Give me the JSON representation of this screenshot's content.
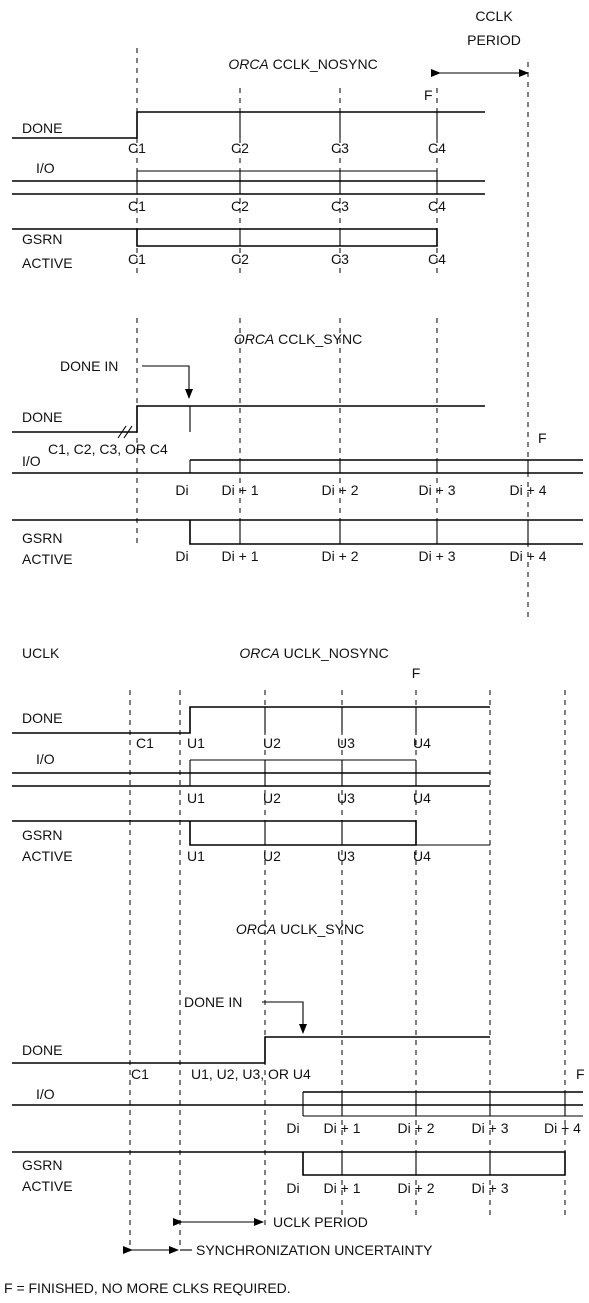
{
  "cclk_period_label": [
    "CCLK",
    "PERIOD"
  ],
  "cclk_nosync": {
    "title_italic": "ORCA",
    "title_rest": " CCLK_NOSYNC",
    "finish": "F",
    "signals": {
      "done": "DONE",
      "io": "I/O",
      "gsrn": [
        "GSRN",
        "ACTIVE"
      ]
    },
    "done_ticks": [
      "C1",
      "C2",
      "C3",
      "C4"
    ],
    "io_ticks": [
      "C1",
      "C2",
      "C3",
      "C4"
    ],
    "gsrn_ticks": [
      "C1",
      "C2",
      "C3",
      "C4"
    ]
  },
  "cclk_sync": {
    "title_italic": "ORCA",
    "title_rest": " CCLK_SYNC",
    "done_in": "DONE IN",
    "finish": "F",
    "clock_choice": "C1, C2, C3, OR C4",
    "signals": {
      "done": "DONE",
      "io": "I/O",
      "gsrn": [
        "GSRN",
        "ACTIVE"
      ]
    },
    "io_ticks": [
      "Di",
      "Di + 1",
      "Di + 2",
      "Di + 3",
      "Di + 4"
    ],
    "gsrn_ticks": [
      "Di",
      "Di + 1",
      "Di + 2",
      "Di + 3",
      "Di + 4"
    ]
  },
  "uclk_label": "UCLK",
  "uclk_nosync": {
    "title_italic": "ORCA",
    "title_rest": " UCLK_NOSYNC",
    "finish": "F",
    "signals": {
      "done": "DONE",
      "io": "I/O",
      "gsrn": [
        "GSRN",
        "ACTIVE"
      ]
    },
    "c1": "C1",
    "done_ticks": [
      "U1",
      "U2",
      "U3",
      "U4"
    ],
    "io_ticks": [
      "U1",
      "U2",
      "U3",
      "U4"
    ],
    "gsrn_ticks": [
      "U1",
      "U2",
      "U3",
      "U4"
    ]
  },
  "uclk_sync": {
    "title_italic": "ORCA",
    "title_rest": " UCLK_SYNC",
    "done_in": "DONE IN",
    "finish": "F",
    "c1": "C1",
    "clock_choice": "U1, U2, U3, OR U4",
    "signals": {
      "done": "DONE",
      "io": "I/O",
      "gsrn": [
        "GSRN",
        "ACTIVE"
      ]
    },
    "io_ticks": [
      "Di",
      "Di + 1",
      "Di + 2",
      "Di + 3",
      "Di + 4"
    ],
    "gsrn_ticks": [
      "Di",
      "Di + 1",
      "Di + 2",
      "Di + 3"
    ]
  },
  "uclk_period": "UCLK PERIOD",
  "sync_uncertainty": "SYNCHRONIZATION UNCERTAINTY",
  "footnote": "F = FINISHED, NO MORE CLKS REQUIRED."
}
